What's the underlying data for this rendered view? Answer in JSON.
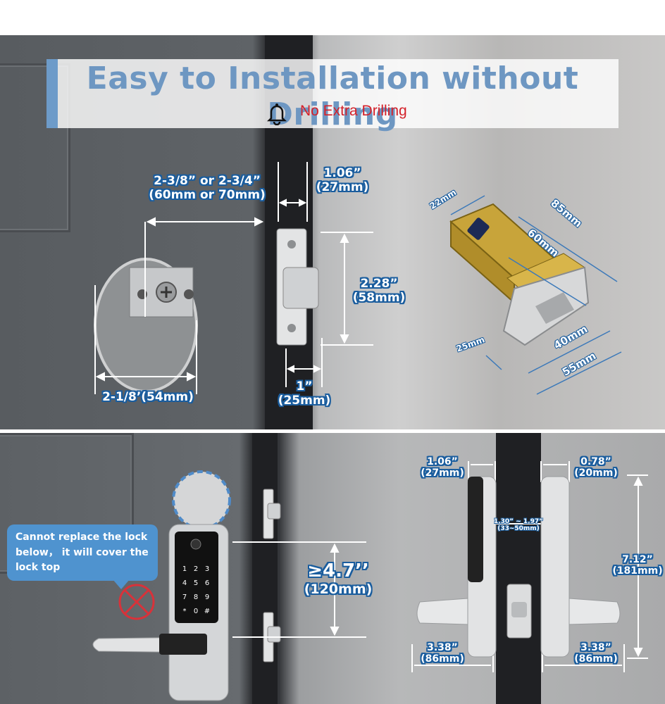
{
  "header": {
    "title": "Easy to Installation without Drilling",
    "subtitle": "No Extra Drilling",
    "icon": "bell-icon",
    "accent_color": "#6d9bc9",
    "subtitle_color": "#d4212a"
  },
  "top_section": {
    "backset": {
      "line1": "2-3/8”  or 2-3/4”",
      "line2": "(60mm or 70mm)"
    },
    "bore_diameter": "2-1/8’(54mm)",
    "faceplate_width": {
      "line1": "1.06”",
      "line2": "(27mm)"
    },
    "faceplate_height": {
      "line1": "2.28”",
      "line2": "(58mm)"
    },
    "bolt_width": {
      "line1": "1”",
      "line2": "(25mm)"
    },
    "latch_dims": [
      "22mm",
      "85mm",
      "60mm",
      "25mm",
      "40mm",
      "55mm"
    ]
  },
  "bottom_section": {
    "warning": "Cannot replace the lock below， it will cover the lock top",
    "warning_icon": "no-entry-icon",
    "keypad_keys": [
      "1",
      "2",
      "3",
      "4",
      "5",
      "6",
      "7",
      "8",
      "9",
      "*",
      "0",
      "#"
    ],
    "spacing": {
      "line1": "≥4.7’’",
      "line2": "(120mm)"
    },
    "front_width": {
      "line1": "1.06”",
      "line2": "(27mm)"
    },
    "back_width": {
      "line1": "0.78”",
      "line2": "(20mm)"
    },
    "door_thickness": {
      "line1": "1.30” ~ 1.97”",
      "line2": "(33~50mm)"
    },
    "height": {
      "line1": "7.12”",
      "line2": "(181mm)"
    },
    "front_handle": {
      "line1": "3.38”",
      "line2": "(86mm)"
    },
    "back_handle": {
      "line1": "3.38”",
      "line2": "(86mm)"
    }
  }
}
